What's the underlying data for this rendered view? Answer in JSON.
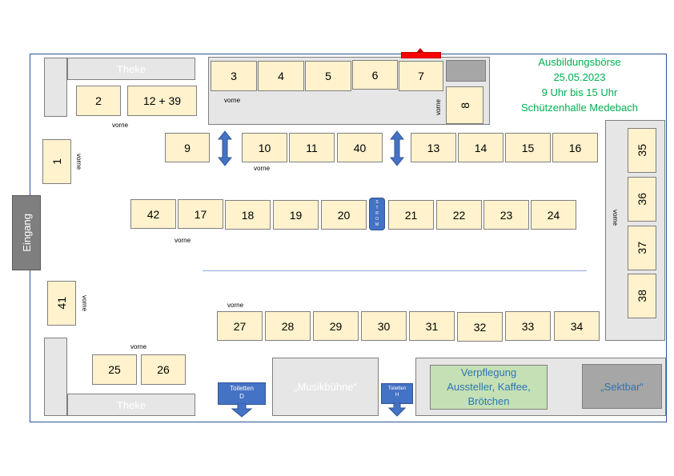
{
  "title": {
    "line1": "Ausbildungsbörse",
    "line2": "25.05.2023",
    "line3": "9 Uhr bis 15 Uhr",
    "line4": "Schützenhalle Medebach"
  },
  "labels": {
    "entrance": "Eingang",
    "counter_top": "Theke",
    "counter_bottom": "Theke",
    "stage": "„Musikbühne“",
    "catering": "Verpflegung Aussteller, Kaffee, Brötchen",
    "bar": "„Sektbar“",
    "power": "STROM",
    "toilet_women": "Toiletten D",
    "toilet_men": "Toiletten H",
    "front": "vorne"
  },
  "booths": {
    "b1": "1",
    "b2": "2",
    "b12": "12 + 39",
    "b3": "3",
    "b4": "4",
    "b5": "5",
    "b6": "6",
    "b7": "7",
    "b8": "8",
    "b9": "9",
    "b10": "10",
    "b11": "11",
    "b40": "40",
    "b13": "13",
    "b14": "14",
    "b15": "15",
    "b16": "16",
    "b35": "35",
    "b36": "36",
    "b37": "37",
    "b38": "38",
    "b42": "42",
    "b17": "17",
    "b18": "18",
    "b19": "19",
    "b20": "20",
    "b21": "21",
    "b22": "22",
    "b23": "23",
    "b24": "24",
    "b41": "41",
    "b27": "27",
    "b28": "28",
    "b29": "29",
    "b30": "30",
    "b31": "31",
    "b32": "32",
    "b33": "33",
    "b34": "34",
    "b25": "25",
    "b26": "26"
  },
  "colors": {
    "booth_fill": "#fff2cc",
    "hall_border": "#2f5597",
    "title_green": "#00b050",
    "catering_fill": "#c5e0b4",
    "accent_blue": "#4472c4",
    "marker_red": "#ff0000"
  }
}
